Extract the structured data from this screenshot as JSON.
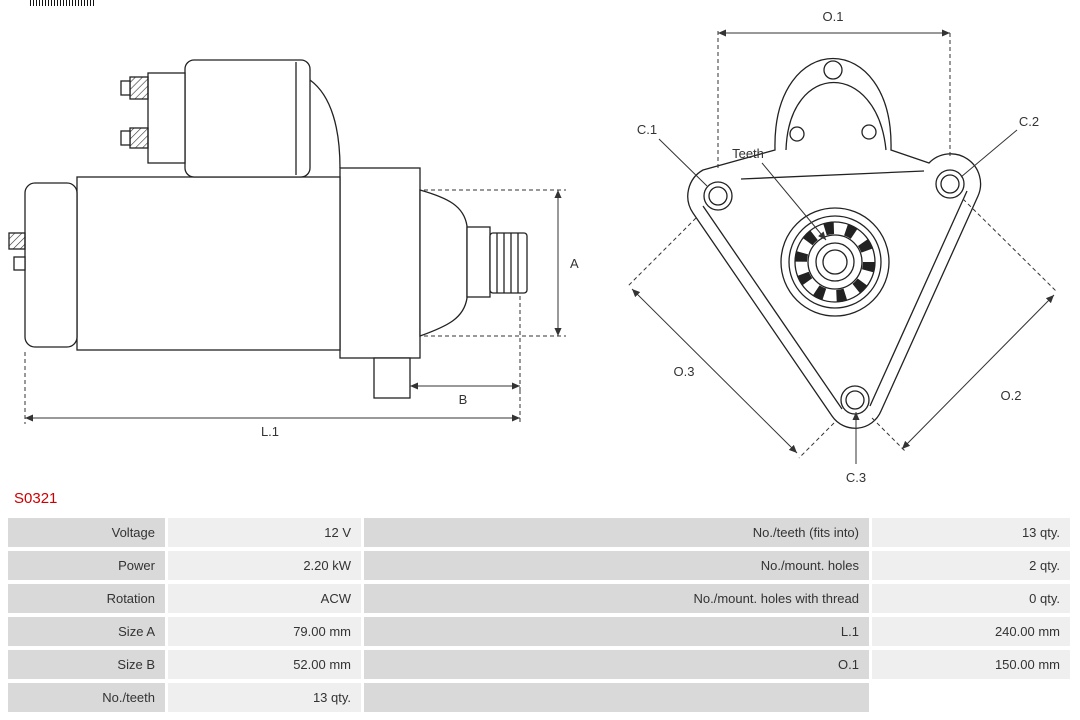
{
  "part_number": "S0321",
  "colors": {
    "part_number_red": "#cc0000",
    "drawing_line": "#222222",
    "dimension_line": "#333333",
    "table_label_bg": "#d9d9d9",
    "table_value_bg": "#efefef"
  },
  "diagram": {
    "side_view": {
      "dim_a": "A",
      "dim_b": "B",
      "dim_l1": "L.1"
    },
    "front_view": {
      "dim_o1": "O.1",
      "dim_o2": "O.2",
      "dim_o3": "O.3",
      "hole_c1": "C.1",
      "hole_c2": "C.2",
      "hole_c3": "C.3",
      "teeth": "Teeth"
    }
  },
  "table": {
    "rows": [
      {
        "left_label": "Voltage",
        "left_value": "12 V",
        "right_label": "No./teeth (fits into)",
        "right_value": "13 qty."
      },
      {
        "left_label": "Power",
        "left_value": "2.20 kW",
        "right_label": "No./mount. holes",
        "right_value": "2 qty."
      },
      {
        "left_label": "Rotation",
        "left_value": "ACW",
        "right_label": "No./mount. holes with thread",
        "right_value": "0 qty."
      },
      {
        "left_label": "Size A",
        "left_value": "79.00 mm",
        "right_label": "L.1",
        "right_value": "240.00 mm"
      },
      {
        "left_label": "Size B",
        "left_value": "52.00 mm",
        "right_label": "O.1",
        "right_value": "150.00 mm"
      },
      {
        "left_label": "No./teeth",
        "left_value": "13 qty.",
        "right_label": "",
        "right_value": ""
      }
    ]
  }
}
